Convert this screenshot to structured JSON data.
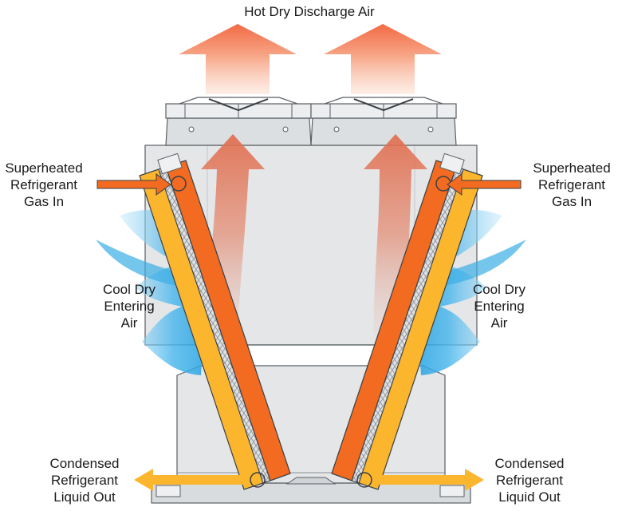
{
  "labels": {
    "top": "Hot Dry Discharge Air",
    "gas_in_left": [
      "Superheated",
      "Refrigerant",
      "Gas In"
    ],
    "gas_in_right": [
      "Superheated",
      "Refrigerant",
      "Gas In"
    ],
    "air_in_left": [
      "Cool Dry",
      "Entering",
      "Air"
    ],
    "air_in_right": [
      "Cool Dry",
      "Entering",
      "Air"
    ],
    "liquid_out_left": [
      "Condensed",
      "Refrigerant",
      "Liquid Out"
    ],
    "liquid_out_right": [
      "Condensed",
      "Refrigerant",
      "Liquid Out"
    ]
  },
  "colors": {
    "coil_orange": "#f26b21",
    "coil_yellow": "#fbb62e",
    "hot_air": "#f47a55",
    "cool_air": "#3aaee6",
    "cabinet": "#e4e6e8",
    "outline": "#5a5f64"
  }
}
